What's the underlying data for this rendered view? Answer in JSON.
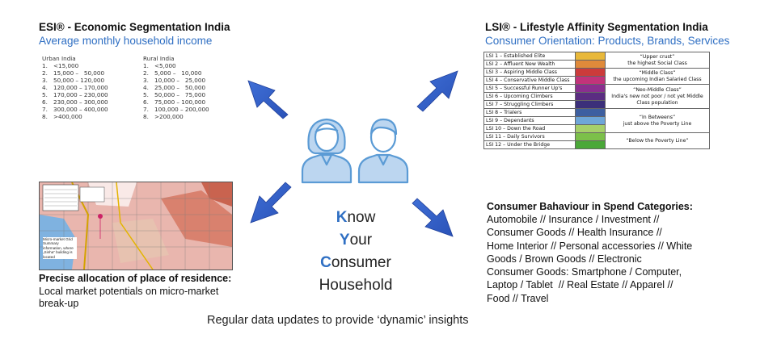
{
  "esi": {
    "title": "ESI® - Economic Segmentation India",
    "subtitle": "Average monthly household income",
    "urban": {
      "heading": "Urban India",
      "rows": [
        {
          "n": "1.",
          "v": "<15,000"
        },
        {
          "n": "2.",
          "v": "15,000 –   50,000"
        },
        {
          "n": "3.",
          "v": "50,000 – 120,000"
        },
        {
          "n": "4.",
          "v": "120,000 – 170,000"
        },
        {
          "n": "5.",
          "v": "170,000 – 230,000"
        },
        {
          "n": "6.",
          "v": "230,000 – 300,000"
        },
        {
          "n": "7.",
          "v": "300,000 – 400,000"
        },
        {
          "n": "8.",
          "v": ">400,000"
        }
      ]
    },
    "rural": {
      "heading": "Rural India",
      "rows": [
        {
          "n": "1.",
          "v": "<5,000"
        },
        {
          "n": "2.",
          "v": "5,000 –   10,000"
        },
        {
          "n": "3.",
          "v": "10,000 –   25,000"
        },
        {
          "n": "4.",
          "v": "25,000 –   50,000"
        },
        {
          "n": "5.",
          "v": "50,000 –   75,000"
        },
        {
          "n": "6.",
          "v": "75,000 – 100,000"
        },
        {
          "n": "7.",
          "v": "100,000 – 200,000"
        },
        {
          "n": "8.",
          "v": ">200,000"
        }
      ]
    }
  },
  "lsi": {
    "title": "LSI® - Lifestyle Affinity Segmentation India",
    "subtitle": "Consumer Orientation: Products, Brands, Services",
    "rows": [
      {
        "label": "LSI 1 – Established Elite",
        "color": "#e8b83a"
      },
      {
        "label": "LSI 2 – Affluent New Wealth",
        "color": "#e08a3a"
      },
      {
        "label": "LSI 3 – Aspiring Middle Class",
        "color": "#cc3b3b"
      },
      {
        "label": "LSI 4 – Conservative Middle Class",
        "color": "#c2337a"
      },
      {
        "label": "LSI 5 – Successful Runner Up's",
        "color": "#8a2f8f"
      },
      {
        "label": "LSI 6 – Upcoming Climbers",
        "color": "#5b2d82"
      },
      {
        "label": "LSI 7 – Struggling Climbers",
        "color": "#3b2f7a"
      },
      {
        "label": "LSI 8 – Trialers",
        "color": "#3d5fa0"
      },
      {
        "label": "LSI 9 – Dependants",
        "color": "#6ea6d8"
      },
      {
        "label": "LSI 10 – Down the Road",
        "color": "#a6d06a"
      },
      {
        "label": "LSI 11 – Daily Survivors",
        "color": "#7cc04a"
      },
      {
        "label": "LSI 12 – Under the Bridge",
        "color": "#4aa838"
      }
    ],
    "notes": [
      {
        "text": "“Upper crust”\nthe highest Social Class",
        "span": 2
      },
      {
        "text": "“Middle Class”\nthe upcoming Indian Salaried Class",
        "span": 2
      },
      {
        "text": "“Neo-Middle Class”\nIndia's new not poor / not yet Middle Class population",
        "span": 3
      },
      {
        "text": "“In Betweens”\njust above the Poverty Line",
        "span": 3
      },
      {
        "text": "“Below the Poverty Line”",
        "span": 2
      }
    ]
  },
  "kyc": {
    "lines": [
      {
        "first": "K",
        "rest": "now"
      },
      {
        "first": "Y",
        "rest": "our"
      },
      {
        "first": "C",
        "rest": "onsumer"
      },
      {
        "first": "",
        "rest": "Household"
      }
    ]
  },
  "consumer": {
    "title": "Consumer Bahaviour in Spend Categories:",
    "lines": [
      "Automobile // Insurance / Investment //",
      "Consumer Goods // Health Insurance //",
      "Home Interior // Personal accessories // White",
      "Goods / Brown Goods // Electronic",
      "Consumer Goods: Smartphone / Computer,",
      "Laptop / Tablet  // Real Estate // Apparel //",
      "Food // Travel"
    ]
  },
  "precise": {
    "bold": "Precise allocation of place of residence:",
    "rest": " Local market potentials on micro-market break-up"
  },
  "map_note": "Micro-market Grid Summary information, where „Sinha“ building is located",
  "footer": "Regular data updates to provide ‘dynamic’ insights",
  "colors": {
    "accent": "#2f6fc3",
    "arrow": "#2b5cc8",
    "person": "#5b9bd5"
  }
}
